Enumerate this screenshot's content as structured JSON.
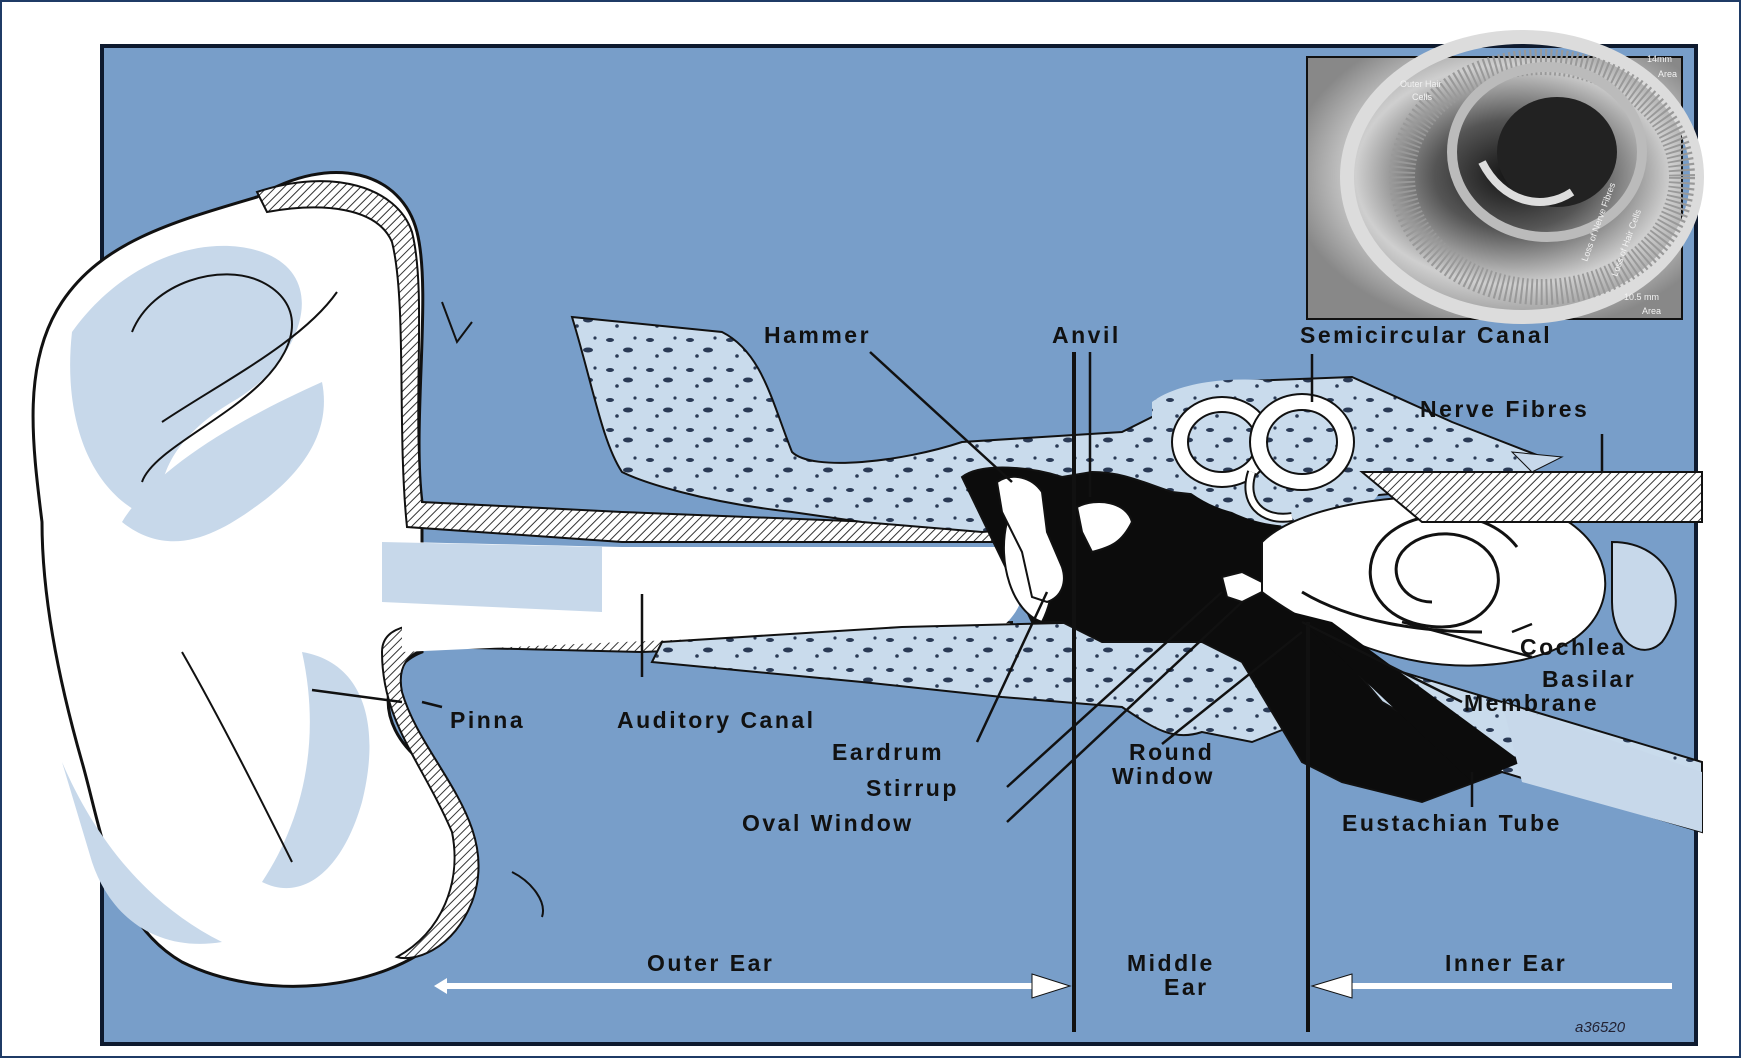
{
  "diagram": {
    "labels": {
      "hammer": "Hammer",
      "anvil": "Anvil",
      "semicircular_canal": "Semicircular Canal",
      "nerve_fibres": "Nerve Fibres",
      "cochlea": "Cochlea",
      "basilar": "Basilar",
      "membrane": "Membrane",
      "pinna": "Pinna",
      "auditory_canal": "Auditory Canal",
      "eardrum": "Eardrum",
      "stirrup": "Stirrup",
      "oval_window": "Oval Window",
      "round": "Round",
      "window": "Window",
      "eustachian_tube": "Eustachian Tube",
      "outer_ear": "Outer Ear",
      "middle": "Middle",
      "ear": "Ear",
      "inner_ear": "Inner Ear",
      "code": "a36520"
    },
    "inset": {
      "outer_hair": "Outer Hair",
      "cells": "Cells",
      "mm14": "14mm",
      "area_top": "Area",
      "mm10": "10.5 mm",
      "area_bottom": "Area",
      "loss_of_nerve_fibres": "Loss of Nerve Fibres",
      "loss_of_hair_cells": "Loss of Hair Cells"
    },
    "colors": {
      "background_blue": "#789ec9",
      "ear_white": "#ffffff",
      "bone_light": "#c7d8ea",
      "ink": "#111111"
    }
  }
}
